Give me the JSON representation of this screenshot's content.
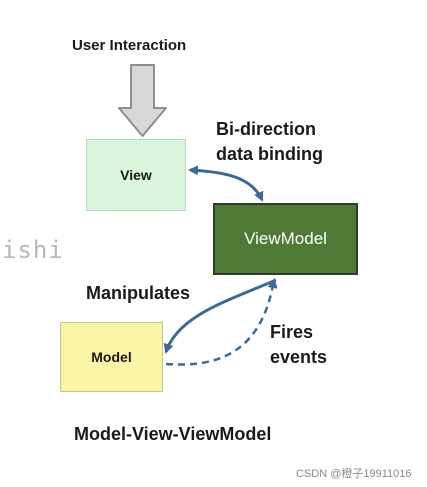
{
  "labels": {
    "user_interaction": "User Interaction",
    "bi_direction_line1": "Bi-direction",
    "bi_direction_line2": "data binding",
    "manipulates": "Manipulates",
    "fires_line1": "Fires",
    "fires_line2": "events",
    "title": "Model-View-ViewModel"
  },
  "nodes": {
    "view": "View",
    "viewmodel": "ViewModel",
    "model": "Model"
  },
  "watermark": "ishi",
  "credit": "CSDN @橙子19911016",
  "colors": {
    "view_fill": "#d9f5dc",
    "viewmodel_fill": "#4f7a35",
    "model_fill": "#faf5a6",
    "arrow": "#3d6a94",
    "block_arrow_fill": "#d8d8d8"
  }
}
